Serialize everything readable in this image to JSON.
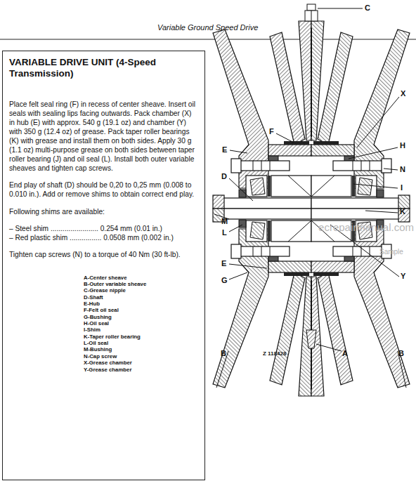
{
  "diagram": {
    "nodes": [
      {
        "text": [
          "VARIABLE DRIVE UNIT (4-Speed Transmission)",
          "Place felt seal ring (F) in recess of center sheave. Insert oil seals with sealing lips facing outwards. Pack chamber (X) in hub (E) with approx. 540 g (19.1 oz) and chamber (Y) with 350 g (12.4 oz) of grease. Pack taper roller bearings (K) with grease and install them on both sides. Apply 30 g (1.1 oz) multi-purpose grease on both sides between taper roller bearing (J) and oil seal (L). Install both outer variable sheaves and tighten cap screws.",
          "End play of shaft (D) should be 0,20 to 0,25 mm (0.008 to 0.010 in.). Add or remove shims to obtain correct end play.",
          "Following shims are available:",
          "– Steel shim ........................ 0.254 mm (0.01 in.)",
          "– Red plastic shim ................ 0.0508 mm (0.002 in.)",
          "Tighten cap screws (N) to a torque of 40 Nm (30 ft-lb).",
          "A-Center sheave",
          "B-Outer variable sheave",
          "C-Grease nipple",
          "D-Shaft",
          "E-Hub",
          "F-Felt oil seal",
          "G-Bushing",
          "H-Oil seal",
          "I-Shim",
          "K-Taper roller bearing",
          "L-Oil seal",
          "M-Bushing",
          "N-Cap screw",
          "X-Grease chamber",
          "Y-Grease chamber"
        ]
      }
    ],
    "labels": [
      "Variable Ground Speed Drive",
      "C",
      "X",
      "F",
      "E",
      "H",
      "N",
      "D",
      "I",
      "M",
      "K",
      "L",
      "E",
      "G",
      "Y",
      "B",
      "Z 118428",
      "A",
      "B",
      "ecrepairmanual.com",
      "Sample"
    ]
  }
}
